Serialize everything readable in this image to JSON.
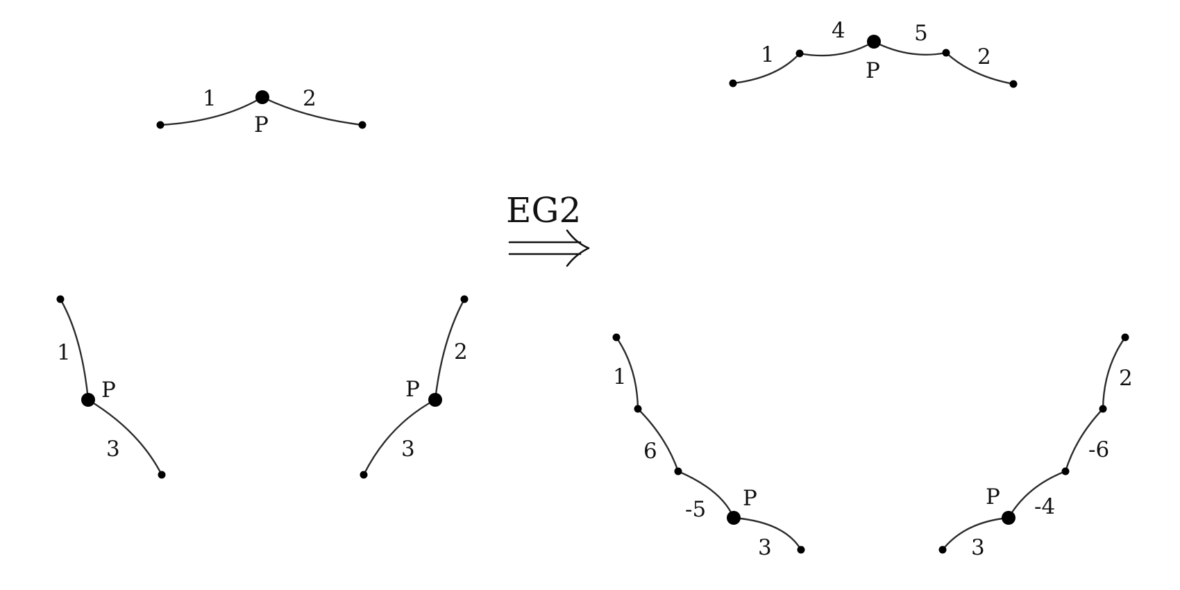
{
  "operation": {
    "label": "EG2"
  },
  "before": {
    "top": {
      "edge_left": "1",
      "edge_right": "2",
      "point": "P"
    },
    "left": {
      "edge_upper": "1",
      "edge_lower": "3",
      "point": "P"
    },
    "right": {
      "edge_upper": "2",
      "edge_lower": "3",
      "point": "P"
    }
  },
  "after": {
    "top": {
      "e1": "1",
      "e4": "4",
      "e5": "5",
      "e2": "2",
      "point": "P"
    },
    "left": {
      "e1": "1",
      "e6": "6",
      "e5": "-5",
      "e3": "3",
      "point": "P"
    },
    "right": {
      "e2": "2",
      "e6": "-6",
      "e4": "-4",
      "e3": "3",
      "point": "P"
    }
  }
}
